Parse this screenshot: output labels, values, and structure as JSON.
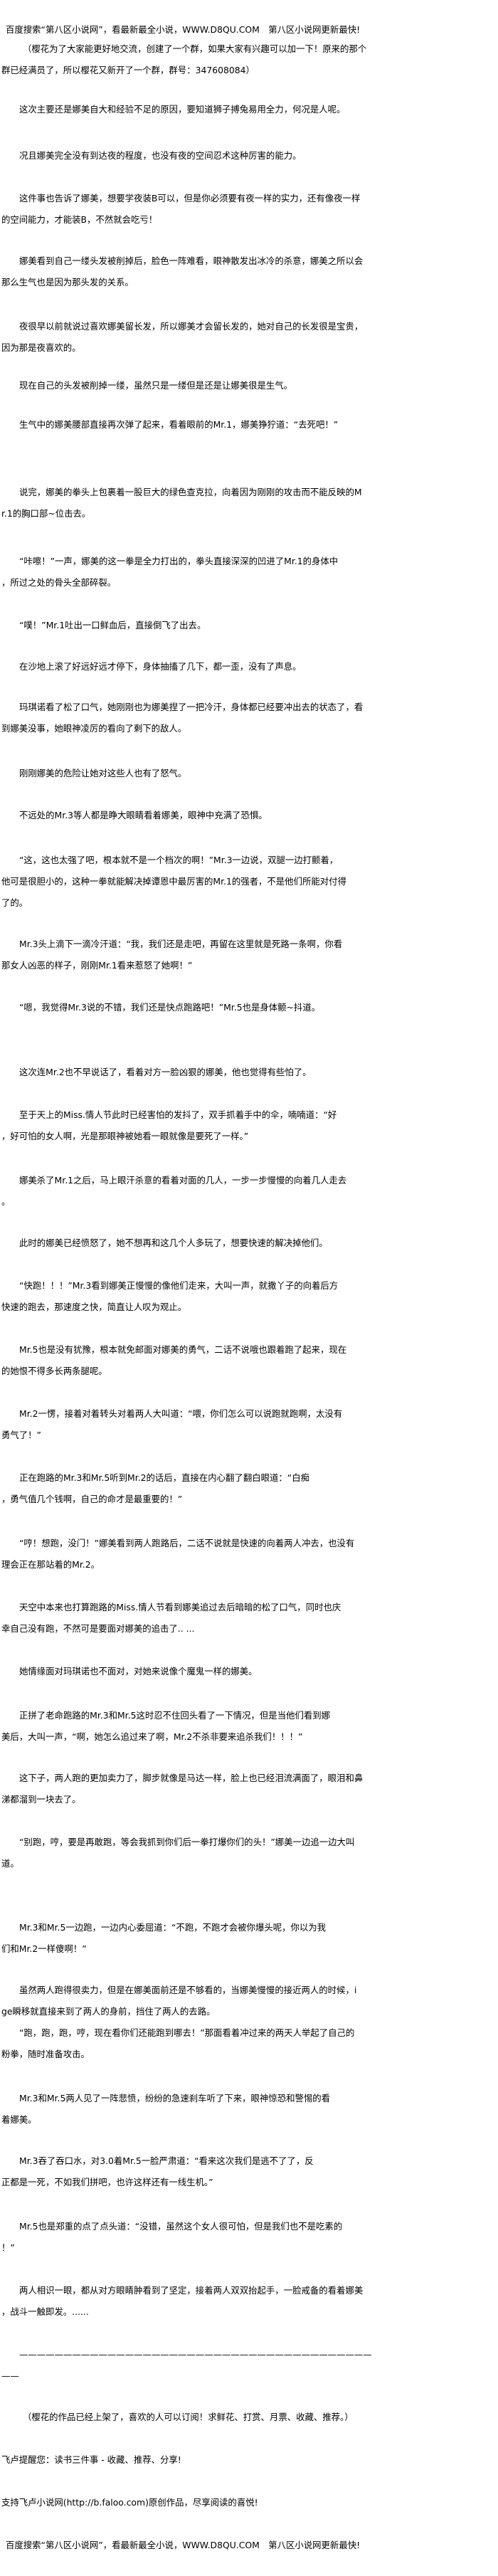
{
  "paragraphs": [
    {
      "lines": [
        "百度搜索“第八区小说网”，看最新最全小说，WWW.D8QU.COM　第八区小说网更新最快!"
      ]
    },
    {
      "lines": [
        "（樱花为了大家能更好地交流，创建了一个群，如果大家有兴趣可以加一下！原来的那个",
        "群已经满员了，所以樱花又新开了一个群，群号：347608084）"
      ]
    },
    {
      "lines": [
        "这次主要还是娜美自大和经验不足的原因，要知道狮子搏兔易用全力，何况是人呢。"
      ]
    },
    {
      "lines": [
        "况且娜美完全没有到达夜的程度，也没有夜的空间忍术这种厉害的能力。"
      ]
    },
    {
      "lines": [
        "这件事也告诉了娜美，想要学夜装B可以，但是你必须要有夜一样的实力，还有像夜一样",
        "的空间能力，才能装B，不然就会吃亏！"
      ]
    },
    {
      "lines": [
        "娜美看到自己一缕头发被削掉后，脸色一阵难看，眼神散发出冰冷的杀意，娜美之所以会",
        "那么生气也是因为那头发的关系。"
      ]
    },
    {
      "lines": [
        "夜很早以前就说过喜欢娜美留长发，所以娜美才会留长发的，她对自己的长发很是宝贵，",
        "因为那是夜喜欢的。"
      ]
    },
    {
      "lines": [
        "现在自己的头发被削掉一缕，虽然只是一缕但是还是让娜美很是生气。"
      ]
    },
    {
      "lines": [
        "生气中的娜美腰部直接再次弹了起来，看着眼前的Mr.1，娜美狰狞道：“去死吧！”"
      ]
    },
    {
      "lines": [
        "说完，娜美的拳头上包裹着一股巨大的绿色查克拉，向着因为刚刚的攻击而不能反映的M",
        "r.1的胸口部~位击去。"
      ]
    },
    {
      "lines": [
        "“咔嚓！”一声，娜美的这一拳是全力打出的，拳头直接深深的凹进了Mr.1的身体中",
        "，所过之处的骨头全部碎裂。"
      ]
    },
    {
      "lines": [
        "“噗！”Mr.1吐出一口鲜血后，直接倒飞了出去。"
      ]
    },
    {
      "lines": [
        "在沙地上滚了好远好远才停下，身体抽搐了几下，都一歪，没有了声息。"
      ]
    },
    {
      "lines": [
        "玛琪诺看了松了口气，她刚刚也为娜美捏了一把冷汗，身体都已经要冲出去的状态了，看",
        "到娜美没事，她眼神凌厉的看向了剩下的敌人。"
      ]
    },
    {
      "lines": [
        "刚刚娜美的危险让她对这些人也有了怒气。"
      ]
    },
    {
      "lines": [
        "不远处的Mr.3等人都是睁大眼睛看着娜美，眼神中充满了恐惧。"
      ]
    },
    {
      "lines": [
        "“这，这也太强了吧，根本就不是一个档次的啊！”Mr.3一边说，双腿一边打颤着，",
        "他可是很胆小的，这种一拳就能解决掉谭恩中最厉害的Mr.1的强者，不是他们所能对付得",
        "了的。"
      ]
    },
    {
      "lines": [
        "Mr.3头上滴下一滴冷汗道：“我，我们还是走吧，再留在这里就是死路一条啊，你看",
        "那女人凶恶的样子，刚刚Mr.1看来惹怒了她啊！”"
      ]
    },
    {
      "lines": [
        "“嗯，我觉得Mr.3说的不错，我们还是快点跑路吧！”Mr.5也是身体颤~抖道。"
      ]
    },
    {
      "lines": [
        "这次连Mr.2也不早说话了，看着对方一脸凶狠的娜美，他也觉得有些怕了。"
      ]
    },
    {
      "lines": [
        "至于天上的Miss.情人节此时已经害怕的发抖了，双手抓着手中的伞，喃喃道：“好",
        "，好可怕的女人啊，光是那眼神被她看一眼就像是要死了一样。”"
      ]
    },
    {
      "lines": [
        "娜美杀了Mr.1之后，马上眼汗杀意的看着对面的几人，一步一步慢慢的向着几人走去",
        "。"
      ]
    },
    {
      "lines": [
        "此时的娜美已经愤怒了，她不想再和这几个人多玩了，想要快速的解决掉他们。"
      ]
    },
    {
      "lines": [
        "“快跑！！！”Mr.3看到娜美正慢慢的像他们走来，大叫一声，就撒丫子的向着后方",
        "快速的跑去，那速度之快，简直让人叹为观止。"
      ]
    },
    {
      "lines": [
        "Mr.5也是没有犹豫，根本就免邮面对娜美的勇气，二话不说哦也跟着跑了起来，现在",
        "的她恨不得多长两条腿呢。"
      ]
    },
    {
      "lines": [
        "Mr.2一愣，接着对着转头对着两人大叫道：“喂，你们怎么可以说跑就跑啊，太没有",
        "勇气了！”"
      ]
    },
    {
      "lines": [
        "正在跑路的Mr.3和Mr.5听到Mr.2的话后，直接在内心翻了翻白眼道：“白痴",
        "，勇气值几个钱啊，自己的命才是最重要的！”"
      ]
    },
    {
      "lines": [
        "“哼！想跑，没门！”娜美看到两人跑路后，二话不说就是快速的向着两人冲去，也没有",
        "理会正在那站着的Mr.2。"
      ]
    },
    {
      "lines": [
        "天空中本来也打算跑路的Miss.情人节看到娜美追过去后暗暗的松了口气，同时也庆",
        "幸自己没有跑，不然可是要面对娜美的追击了.. ..."
      ]
    },
    {
      "lines": [
        "她情缘面对玛琪诺也不面对，对她来说像个魔鬼一样的娜美。"
      ]
    },
    {
      "lines": [
        "正拼了老命跑路的Mr.3和Mr.5这时忍不住回头看了一下情况，但是当他们看到娜",
        "美后，大叫一声，“啊，她怎么追过来了啊，Mr.2不杀非要来追杀我们！！！”"
      ]
    },
    {
      "lines": [
        "这下子，两人跑的更加卖力了，脚步就像是马达一样，脸上也已经泪流满面了，眼泪和鼻",
        "涕都溜到一块去了。"
      ]
    },
    {
      "lines": [
        "“别跑，哼，要是再敢跑，等会我抓到你们后一拳打爆你们的头！”娜美一边追一边大叫",
        "道。"
      ]
    },
    {
      "lines": [
        "Mr.3和Mr.5一边跑，一边内心委屈道：“不跑，不跑才会被你爆头呢，你以为我",
        "们和Mr.2一样傻啊！”"
      ]
    },
    {
      "lines": [
        "虽然两人跑得很卖力，但是在娜美面前还是不够看的，当娜美慢慢的接近两人的时候，i",
        "ge瞬移就直接来到了两人的身前，挡住了两人的去路。"
      ]
    },
    {
      "lines": [
        "“跑，跑，跑，哼，现在看你们还能跑到哪去！”那面看着冲过来的两天人举起了自己的",
        "粉拳，随时准备攻击。"
      ]
    },
    {
      "lines": [
        "Mr.3和Mr.5两人见了一阵悲愤，纷纷的急速刹车听了下来，眼神惊恐和警惕的看",
        "着娜美。"
      ]
    },
    {
      "lines": [
        "Mr.3吞了吞口水，对3.0着Mr.5一脸严肃道：“看来这次我们是逃不了了，反",
        "正都是一死，不如我们拼吧，也许这样还有一线生机。”"
      ]
    },
    {
      "lines": [
        "Mr.5也是郑重的点了点头道：“没错，虽然这个女人很可怕，但是我们也不是吃素的",
        "！”"
      ]
    },
    {
      "lines": [
        "两人相识一眼，都从对方眼睛肿看到了坚定，接着两人双双抬起手，一脸戒备的看着娜美",
        "，战斗一触即发。......"
      ]
    },
    {
      "lines": [
        "————————————————————————————————————————",
        "——"
      ]
    },
    {
      "lines": [
        "（樱花的作品已经上架了，喜欢的人可以订阅！求鲜花、打赏、月票、收藏、推荐。）"
      ]
    },
    {
      "lines": [
        "飞卢提醒您：读书三件事 - 收藏、推荐、分享!"
      ]
    },
    {
      "lines": [
        "支持飞卢小说网(http://b.faloo.com)原创作品，尽享阅读的喜悦!"
      ]
    },
    {
      "lines": [
        "百度搜索“第八区小说网”，看最新最全小说，WWW.D8QU.COM　第八区小说网更新最快!"
      ]
    }
  ]
}
